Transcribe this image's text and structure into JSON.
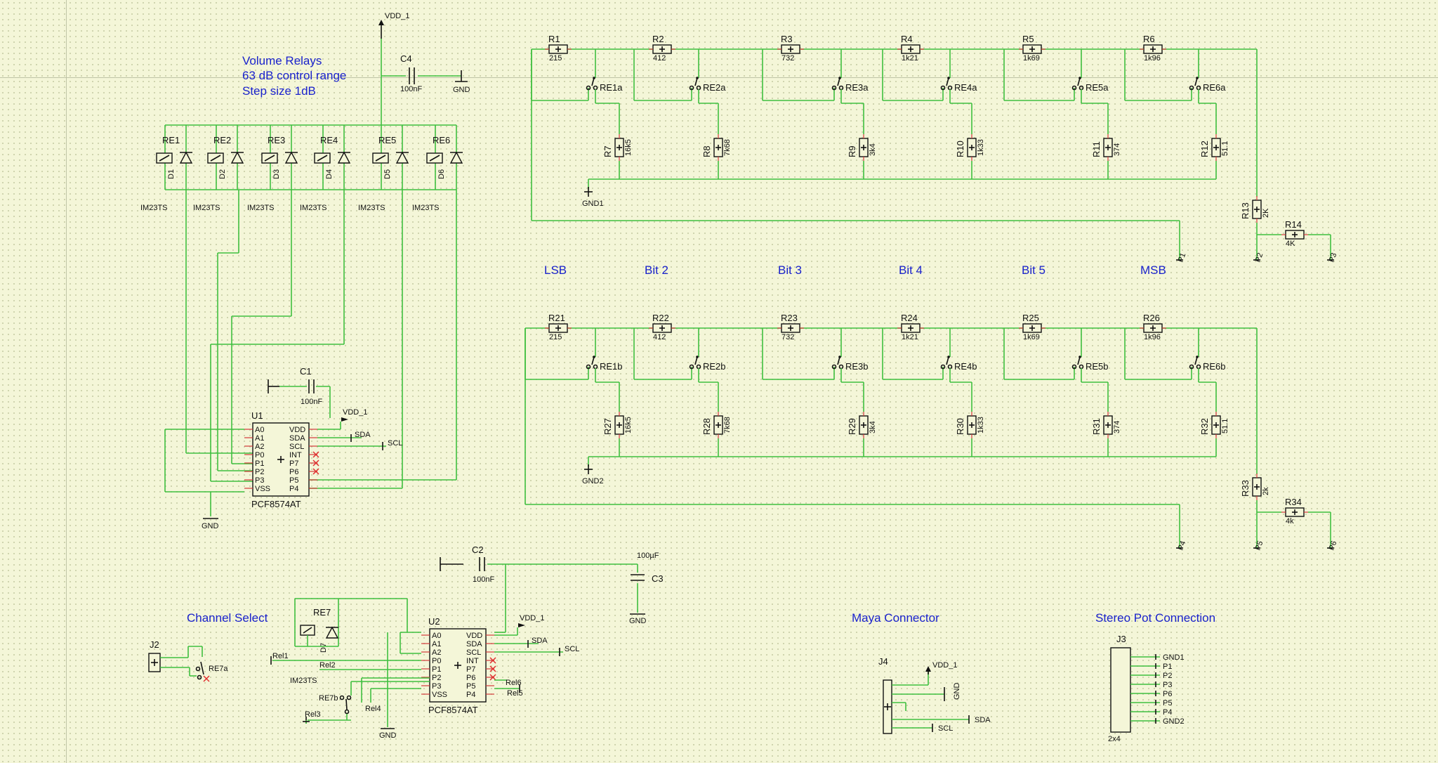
{
  "titles": {
    "volume_relays": "Volume Relays",
    "control_range": "63 dB control range",
    "step_size": "Step size 1dB",
    "lsb": "LSB",
    "bit2": "Bit 2",
    "bit3": "Bit 3",
    "bit4": "Bit 4",
    "bit5": "Bit 5",
    "msb": "MSB",
    "channel_select": "Channel Select",
    "maya_connector": "Maya Connector",
    "stereo_pot": "Stereo Pot Connection"
  },
  "power": {
    "vdd1": "VDD_1",
    "gnd": "GND",
    "gnd1": "GND1",
    "gnd2": "GND2"
  },
  "capacitors": [
    {
      "name": "C4",
      "value": "100nF"
    },
    {
      "name": "C1",
      "value": "100nF"
    },
    {
      "name": "C2",
      "value": "100nF"
    },
    {
      "name": "C3",
      "value": "100µF"
    }
  ],
  "relays_top": [
    "RE1",
    "RE2",
    "RE3",
    "RE4",
    "RE5",
    "RE6"
  ],
  "diodes_top": [
    "D1",
    "D2",
    "D3",
    "D4",
    "D5",
    "D6"
  ],
  "relay_type": "IM23TS",
  "ladder_a": {
    "series": [
      {
        "name": "R1",
        "value": "215"
      },
      {
        "name": "R2",
        "value": "412"
      },
      {
        "name": "R3",
        "value": "732"
      },
      {
        "name": "R4",
        "value": "1k21"
      },
      {
        "name": "R5",
        "value": "1k69"
      },
      {
        "name": "R6",
        "value": "1k96"
      }
    ],
    "switches": [
      "RE1a",
      "RE2a",
      "RE3a",
      "RE4a",
      "RE5a",
      "RE6a"
    ],
    "shunt": [
      {
        "name": "R7",
        "value": "16k5"
      },
      {
        "name": "R8",
        "value": "7k68"
      },
      {
        "name": "R9",
        "value": "3k4"
      },
      {
        "name": "R10",
        "value": "1k33"
      },
      {
        "name": "R11",
        "value": "374"
      },
      {
        "name": "R12",
        "value": "51.1"
      }
    ],
    "r13": {
      "name": "R13",
      "value": "2K"
    },
    "r14": {
      "name": "R14",
      "value": "4K"
    },
    "ports": [
      "P1",
      "P2",
      "P3"
    ]
  },
  "ladder_b": {
    "series": [
      {
        "name": "R21",
        "value": "215"
      },
      {
        "name": "R22",
        "value": "412"
      },
      {
        "name": "R23",
        "value": "732"
      },
      {
        "name": "R24",
        "value": "1k21"
      },
      {
        "name": "R25",
        "value": "1k69"
      },
      {
        "name": "R26",
        "value": "1k96"
      }
    ],
    "switches": [
      "RE1b",
      "RE2b",
      "RE3b",
      "RE4b",
      "RE5b",
      "RE6b"
    ],
    "shunt": [
      {
        "name": "R27",
        "value": "16k5"
      },
      {
        "name": "R28",
        "value": "7k68"
      },
      {
        "name": "R29",
        "value": "3k4"
      },
      {
        "name": "R30",
        "value": "1k33"
      },
      {
        "name": "R31",
        "value": "374"
      },
      {
        "name": "R32",
        "value": "51.1"
      }
    ],
    "r33": {
      "name": "R33",
      "value": "2k"
    },
    "r34": {
      "name": "R34",
      "value": "4k"
    },
    "ports": [
      "P4",
      "P5",
      "P6"
    ]
  },
  "u1": {
    "ref": "U1",
    "part": "PCF8574AT",
    "left_pins": [
      "A0",
      "A1",
      "A2",
      "P0",
      "P1",
      "P2",
      "P3",
      "VSS"
    ],
    "right_pins": [
      "VDD",
      "SDA",
      "SCL",
      "INT",
      "P7",
      "P6",
      "P5",
      "P4"
    ],
    "net_vdd": "VDD_1",
    "net_sda": "SDA",
    "net_scl": "SCL"
  },
  "u2": {
    "ref": "U2",
    "part": "PCF8574AT",
    "left_pins": [
      "A0",
      "A1",
      "A2",
      "P0",
      "P1",
      "P2",
      "P3",
      "VSS"
    ],
    "right_pins": [
      "VDD",
      "SDA",
      "SCL",
      "INT",
      "P7",
      "P6",
      "P5",
      "P4"
    ],
    "net_vdd": "VDD_1",
    "net_sda": "SDA",
    "net_scl": "SCL",
    "rel_nets": [
      "Rel1",
      "Rel2",
      "Rel3",
      "Rel4",
      "Rel5",
      "Rel6"
    ]
  },
  "channel_select": {
    "relay": "RE7",
    "diode": "D7",
    "type": "IM23TS",
    "switch_a": "RE7a",
    "switch_b": "RE7b",
    "conn": "J2"
  },
  "maya": {
    "conn": "J4",
    "nets": [
      "VDD_1",
      "GND",
      "SDA",
      "SCL"
    ]
  },
  "stereo": {
    "conn": "J3",
    "size": "2x4",
    "nets": [
      "GND1",
      "P1",
      "P2",
      "P3",
      "P6",
      "P5",
      "P4",
      "GND2"
    ]
  }
}
